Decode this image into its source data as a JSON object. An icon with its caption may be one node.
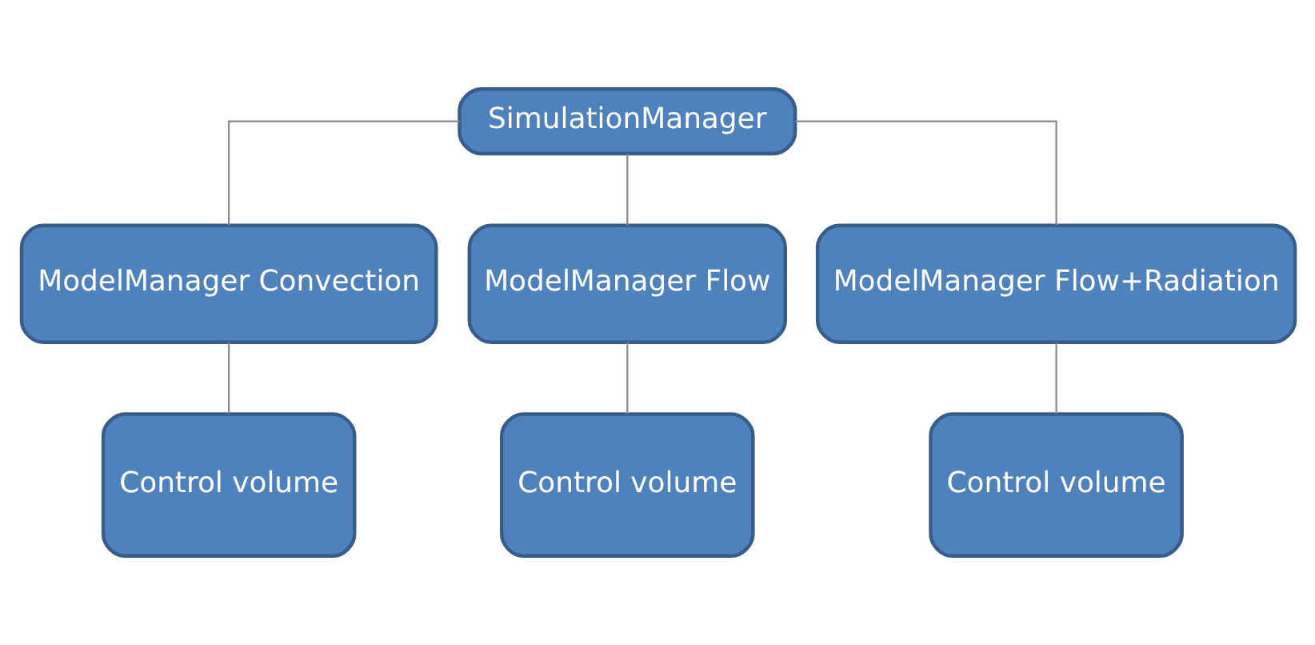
{
  "diagram": {
    "nodes": [
      {
        "text": [
          "SimulationManager"
        ]
      },
      {
        "text": [
          "ModelManager Convection"
        ]
      },
      {
        "text": [
          "ModelManager Flow"
        ]
      },
      {
        "text": [
          "ModelManager Flow+Radiation"
        ]
      },
      {
        "text": [
          "Control volume"
        ]
      },
      {
        "text": [
          "Control volume"
        ]
      },
      {
        "text": [
          "Control volume"
        ]
      }
    ],
    "edges": [
      {
        "from": 0,
        "to": 1,
        "arrow": "none"
      },
      {
        "from": 0,
        "to": 2,
        "arrow": "none"
      },
      {
        "from": 0,
        "to": 3,
        "arrow": "none"
      },
      {
        "from": 1,
        "to": 4,
        "arrow": "none"
      },
      {
        "from": 2,
        "to": 5,
        "arrow": "none"
      },
      {
        "from": 3,
        "to": 6,
        "arrow": "none"
      }
    ]
  }
}
